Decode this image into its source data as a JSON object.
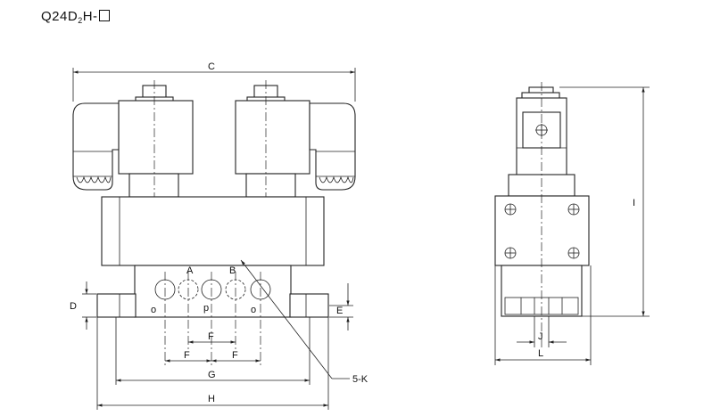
{
  "title": {
    "prefix": "Q24D",
    "subscript": "2",
    "suffix": "H-"
  },
  "labels": {
    "C": "C",
    "D": "D",
    "E": "E",
    "F": "F",
    "G": "G",
    "H": "H",
    "I": "I",
    "J": "J",
    "L": "L",
    "K": "5-K",
    "A": "A",
    "B": "B",
    "o": "o",
    "p": "p"
  },
  "icons": [
    "square-box-icon",
    "screw-cross-icon"
  ]
}
